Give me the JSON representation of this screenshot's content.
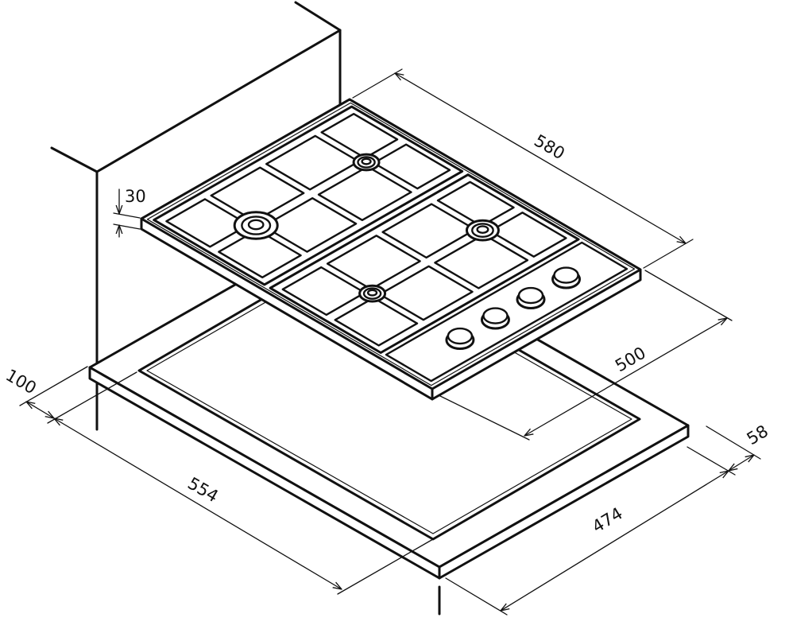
{
  "dimensions": {
    "hob_width": "580",
    "hob_thickness": "30",
    "hob_depth": "500",
    "wall_distance": "100",
    "cutout_width": "554",
    "cutout_depth": "474",
    "front_distance": "58"
  },
  "colors": {
    "line": "#111111",
    "background": "#ffffff"
  }
}
